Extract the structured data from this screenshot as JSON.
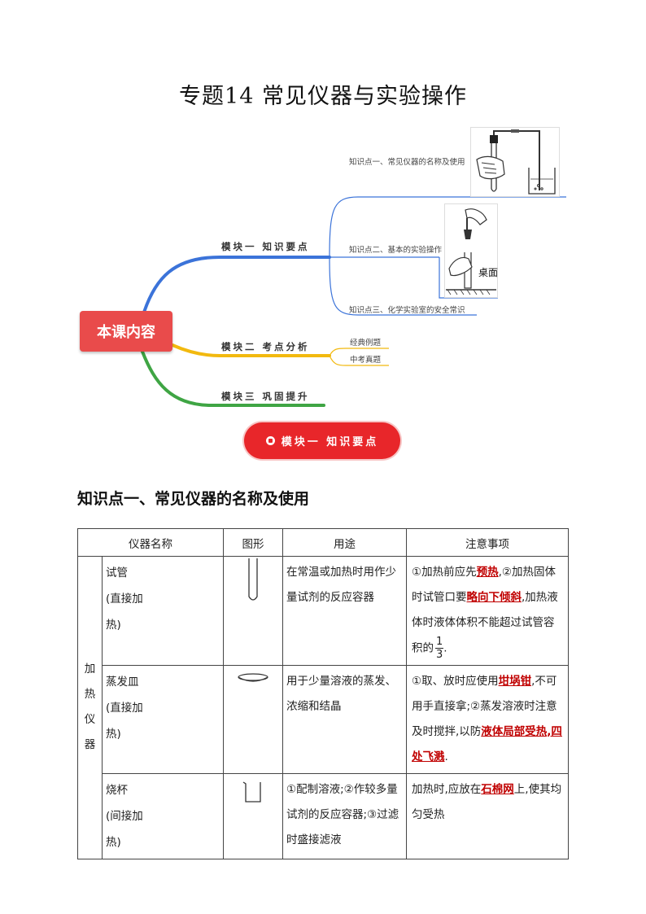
{
  "doc_title": "专题14  常见仪器与实验操作",
  "mindmap": {
    "center": "本课内容",
    "branches": [
      {
        "label": "模块一  知识要点",
        "leaves": [
          "知识点一、常见仪器的名称及使用",
          "知识点二、基本的实验操作",
          "知识点三、化学实验室的安全常识"
        ]
      },
      {
        "label": "模块二  考点分析",
        "leaves": [
          "经典例题",
          "中考真题"
        ]
      },
      {
        "label": "模块三  巩固提升",
        "leaves": []
      }
    ],
    "image_label": "桌面",
    "colors": {
      "blue": "#3b73d9",
      "yellow": "#f2b90f",
      "green": "#3fa544",
      "center": "#e94b4b"
    }
  },
  "module_button": "模块一  知识要点",
  "section_heading": "知识点一、常见仪器的名称及使用",
  "table": {
    "headers": [
      "仪器名称",
      "图形",
      "用途",
      "注意事项"
    ],
    "category": "加热仪器",
    "rows": [
      {
        "name": [
          "试管",
          "(直接加",
          "热)"
        ],
        "use": "在常温或加热时用作少量试剂的反应容器",
        "note": [
          "①加热前应先",
          "预热",
          ",②加热固体时试管口要",
          "略向下倾斜",
          ",加热液体时液体体积不能超过试管容积的"
        ],
        "frac_num": "1",
        "frac_den": "3"
      },
      {
        "name": [
          "蒸发皿",
          "(直接加",
          "热)"
        ],
        "use": "用于少量溶液的蒸发、浓缩和结晶",
        "note": [
          "①取、放时应使用",
          "坩埚钳",
          ",不可用手直接拿;②蒸发溶液时注意及时搅拌,以防",
          "液体局部受热,四处飞溅",
          "."
        ]
      },
      {
        "name": [
          "烧杯",
          "(间接加",
          "热)"
        ],
        "use": "①配制溶液;②作较多量试剂的反应容器;③过滤时盛接滤液",
        "note": [
          "加热时,应放在",
          "石棉网",
          "上,使其均匀受热"
        ]
      }
    ]
  }
}
